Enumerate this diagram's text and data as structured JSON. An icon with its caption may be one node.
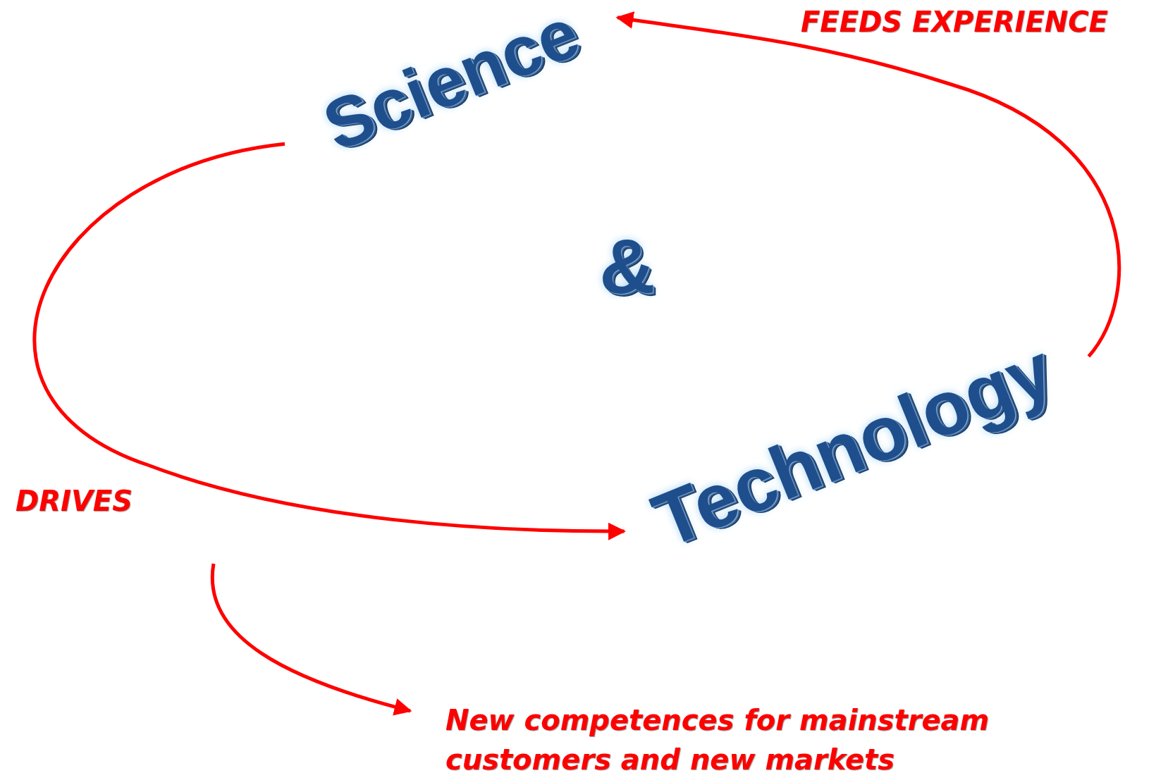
{
  "diagram": {
    "nodes": [
      {
        "text": [
          "Science"
        ]
      },
      {
        "text": [
          "&"
        ]
      },
      {
        "text": [
          "Technology"
        ]
      },
      {
        "text": [
          "New competences for mainstream customers and new markets"
        ]
      }
    ],
    "edges": [
      {
        "from": 0,
        "to": 2,
        "arrow": "to"
      },
      {
        "from": 2,
        "to": 0,
        "arrow": "to"
      },
      {
        "from": null,
        "to": 3,
        "arrow": "to"
      }
    ],
    "labels": [
      "FEEDS EXPERIENCE",
      "DRIVES"
    ]
  }
}
